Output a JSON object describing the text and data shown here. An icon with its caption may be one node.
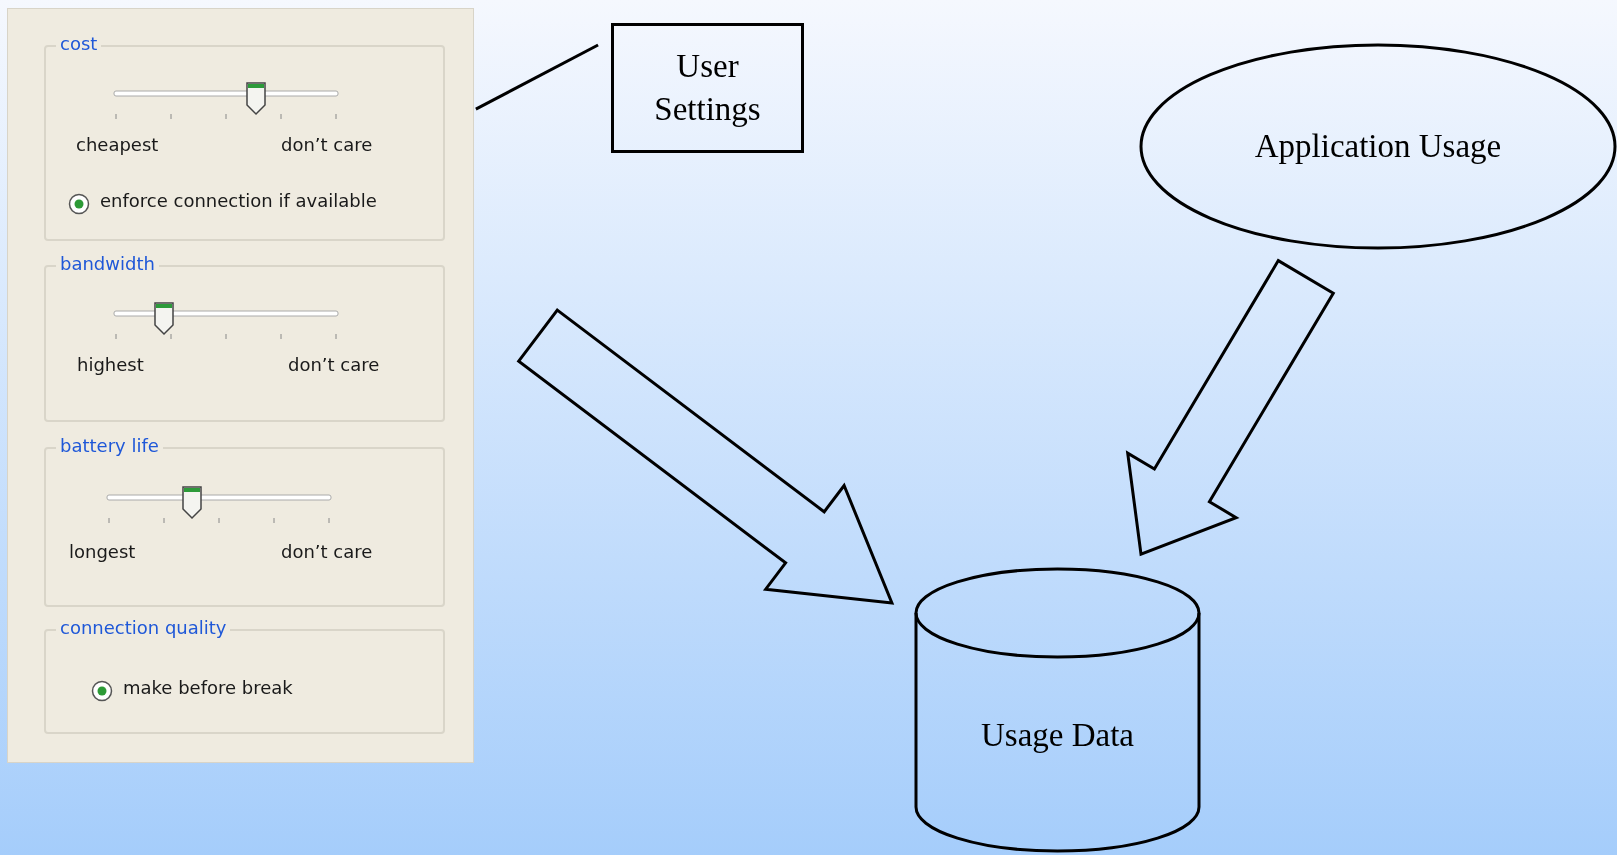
{
  "diagram": {
    "nodes": [
      {
        "text": [],
        "shape": "box"
      },
      {
        "text": [
          "cost",
          "cheapest",
          "don’t care",
          "enforce connection if available"
        ],
        "in": 0
      },
      {
        "text": [
          "bandwidth",
          "highest",
          "don’t care"
        ],
        "in": 0
      },
      {
        "text": [
          "battery life",
          "longest",
          "don’t care"
        ],
        "in": 0
      },
      {
        "text": [
          "connection quality",
          "make before break"
        ],
        "in": 0
      },
      {
        "text": [
          "User Settings"
        ]
      },
      {
        "text": [
          "Application Usage"
        ]
      },
      {
        "text": [
          "Usage Data"
        ]
      }
    ],
    "edges": [
      {
        "from": 5,
        "to": 0,
        "arrow": "none"
      },
      {
        "from": 0,
        "to": 7,
        "arrow": "to",
        "style": "thick"
      },
      {
        "from": 6,
        "to": 7,
        "arrow": "to",
        "style": "thick"
      }
    ]
  }
}
